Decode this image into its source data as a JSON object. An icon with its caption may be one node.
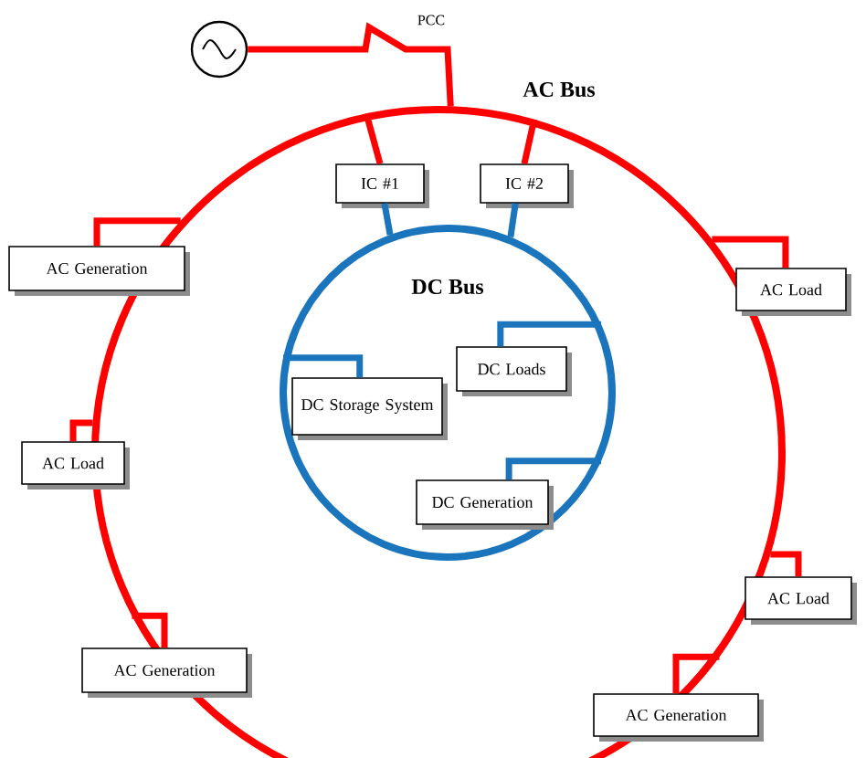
{
  "diagram": {
    "nodes": [
      {
        "text": [
          "AC Bus"
        ]
      },
      {
        "text": [],
        "shape": "circle"
      },
      {
        "text": [
          "IC #1"
        ],
        "in": 0
      },
      {
        "text": [
          "IC #2"
        ],
        "in": 0
      },
      {
        "text": [
          "AC Generation"
        ]
      },
      {
        "text": [
          "AC Load"
        ]
      },
      {
        "text": [
          "AC Load"
        ]
      },
      {
        "text": [
          "AC Load"
        ]
      },
      {
        "text": [
          "AC Generation"
        ]
      },
      {
        "text": [
          "AC Generation"
        ]
      },
      {
        "text": [
          "DC Bus"
        ],
        "in": 0
      },
      {
        "text": [
          "DC Loads"
        ],
        "in": 10
      },
      {
        "text": [
          "DC Storage System"
        ],
        "in": 10
      },
      {
        "text": [
          "DC Generation"
        ],
        "in": 10
      }
    ],
    "edges": [
      {
        "from": 1,
        "to": 0,
        "arrow": "none",
        "label": "PCC"
      },
      {
        "from": 2,
        "to": 0,
        "arrow": "none"
      },
      {
        "from": 3,
        "to": 0,
        "arrow": "none"
      },
      {
        "from": 4,
        "to": 0,
        "arrow": "none"
      },
      {
        "from": 5,
        "to": 0,
        "arrow": "none"
      },
      {
        "from": 6,
        "to": 0,
        "arrow": "none"
      },
      {
        "from": 7,
        "to": 0,
        "arrow": "none"
      },
      {
        "from": 8,
        "to": 0,
        "arrow": "none"
      },
      {
        "from": 9,
        "to": 0,
        "arrow": "none"
      },
      {
        "from": 2,
        "to": 10,
        "arrow": "none",
        "color": "#1b75bc"
      },
      {
        "from": 3,
        "to": 10,
        "arrow": "none",
        "color": "#1b75bc"
      },
      {
        "from": 11,
        "to": 10,
        "arrow": "none",
        "color": "#1b75bc"
      },
      {
        "from": 12,
        "to": 10,
        "arrow": "none",
        "color": "#1b75bc"
      },
      {
        "from": 13,
        "to": 10,
        "arrow": "none",
        "color": "#1b75bc"
      }
    ]
  }
}
